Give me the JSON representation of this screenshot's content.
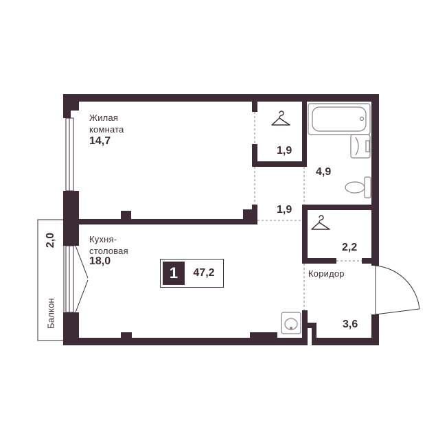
{
  "colors": {
    "wall": "#3d2b35",
    "background": "#ffffff",
    "fixture": "#8a7f85"
  },
  "rooms": {
    "living": {
      "name_line1": "Жилая",
      "name_line2": "комната",
      "area": "14,7"
    },
    "wardrobe_top": {
      "area": "1,9",
      "icon": "hanger-icon"
    },
    "bathroom": {
      "area": "4,9"
    },
    "passage": {
      "area": "1,9"
    },
    "kitchen": {
      "name_line1": "Кухня-",
      "name_line2": "столовая",
      "area": "18,0"
    },
    "wardrobe_right": {
      "area": "2,2",
      "icon": "hanger-icon"
    },
    "corridor": {
      "name": "Коридор"
    },
    "hall": {
      "area": "3,6"
    }
  },
  "balcony": {
    "name": "Балкон",
    "area": "2,0"
  },
  "summary": {
    "rooms": "1",
    "total_area": "47,2"
  }
}
